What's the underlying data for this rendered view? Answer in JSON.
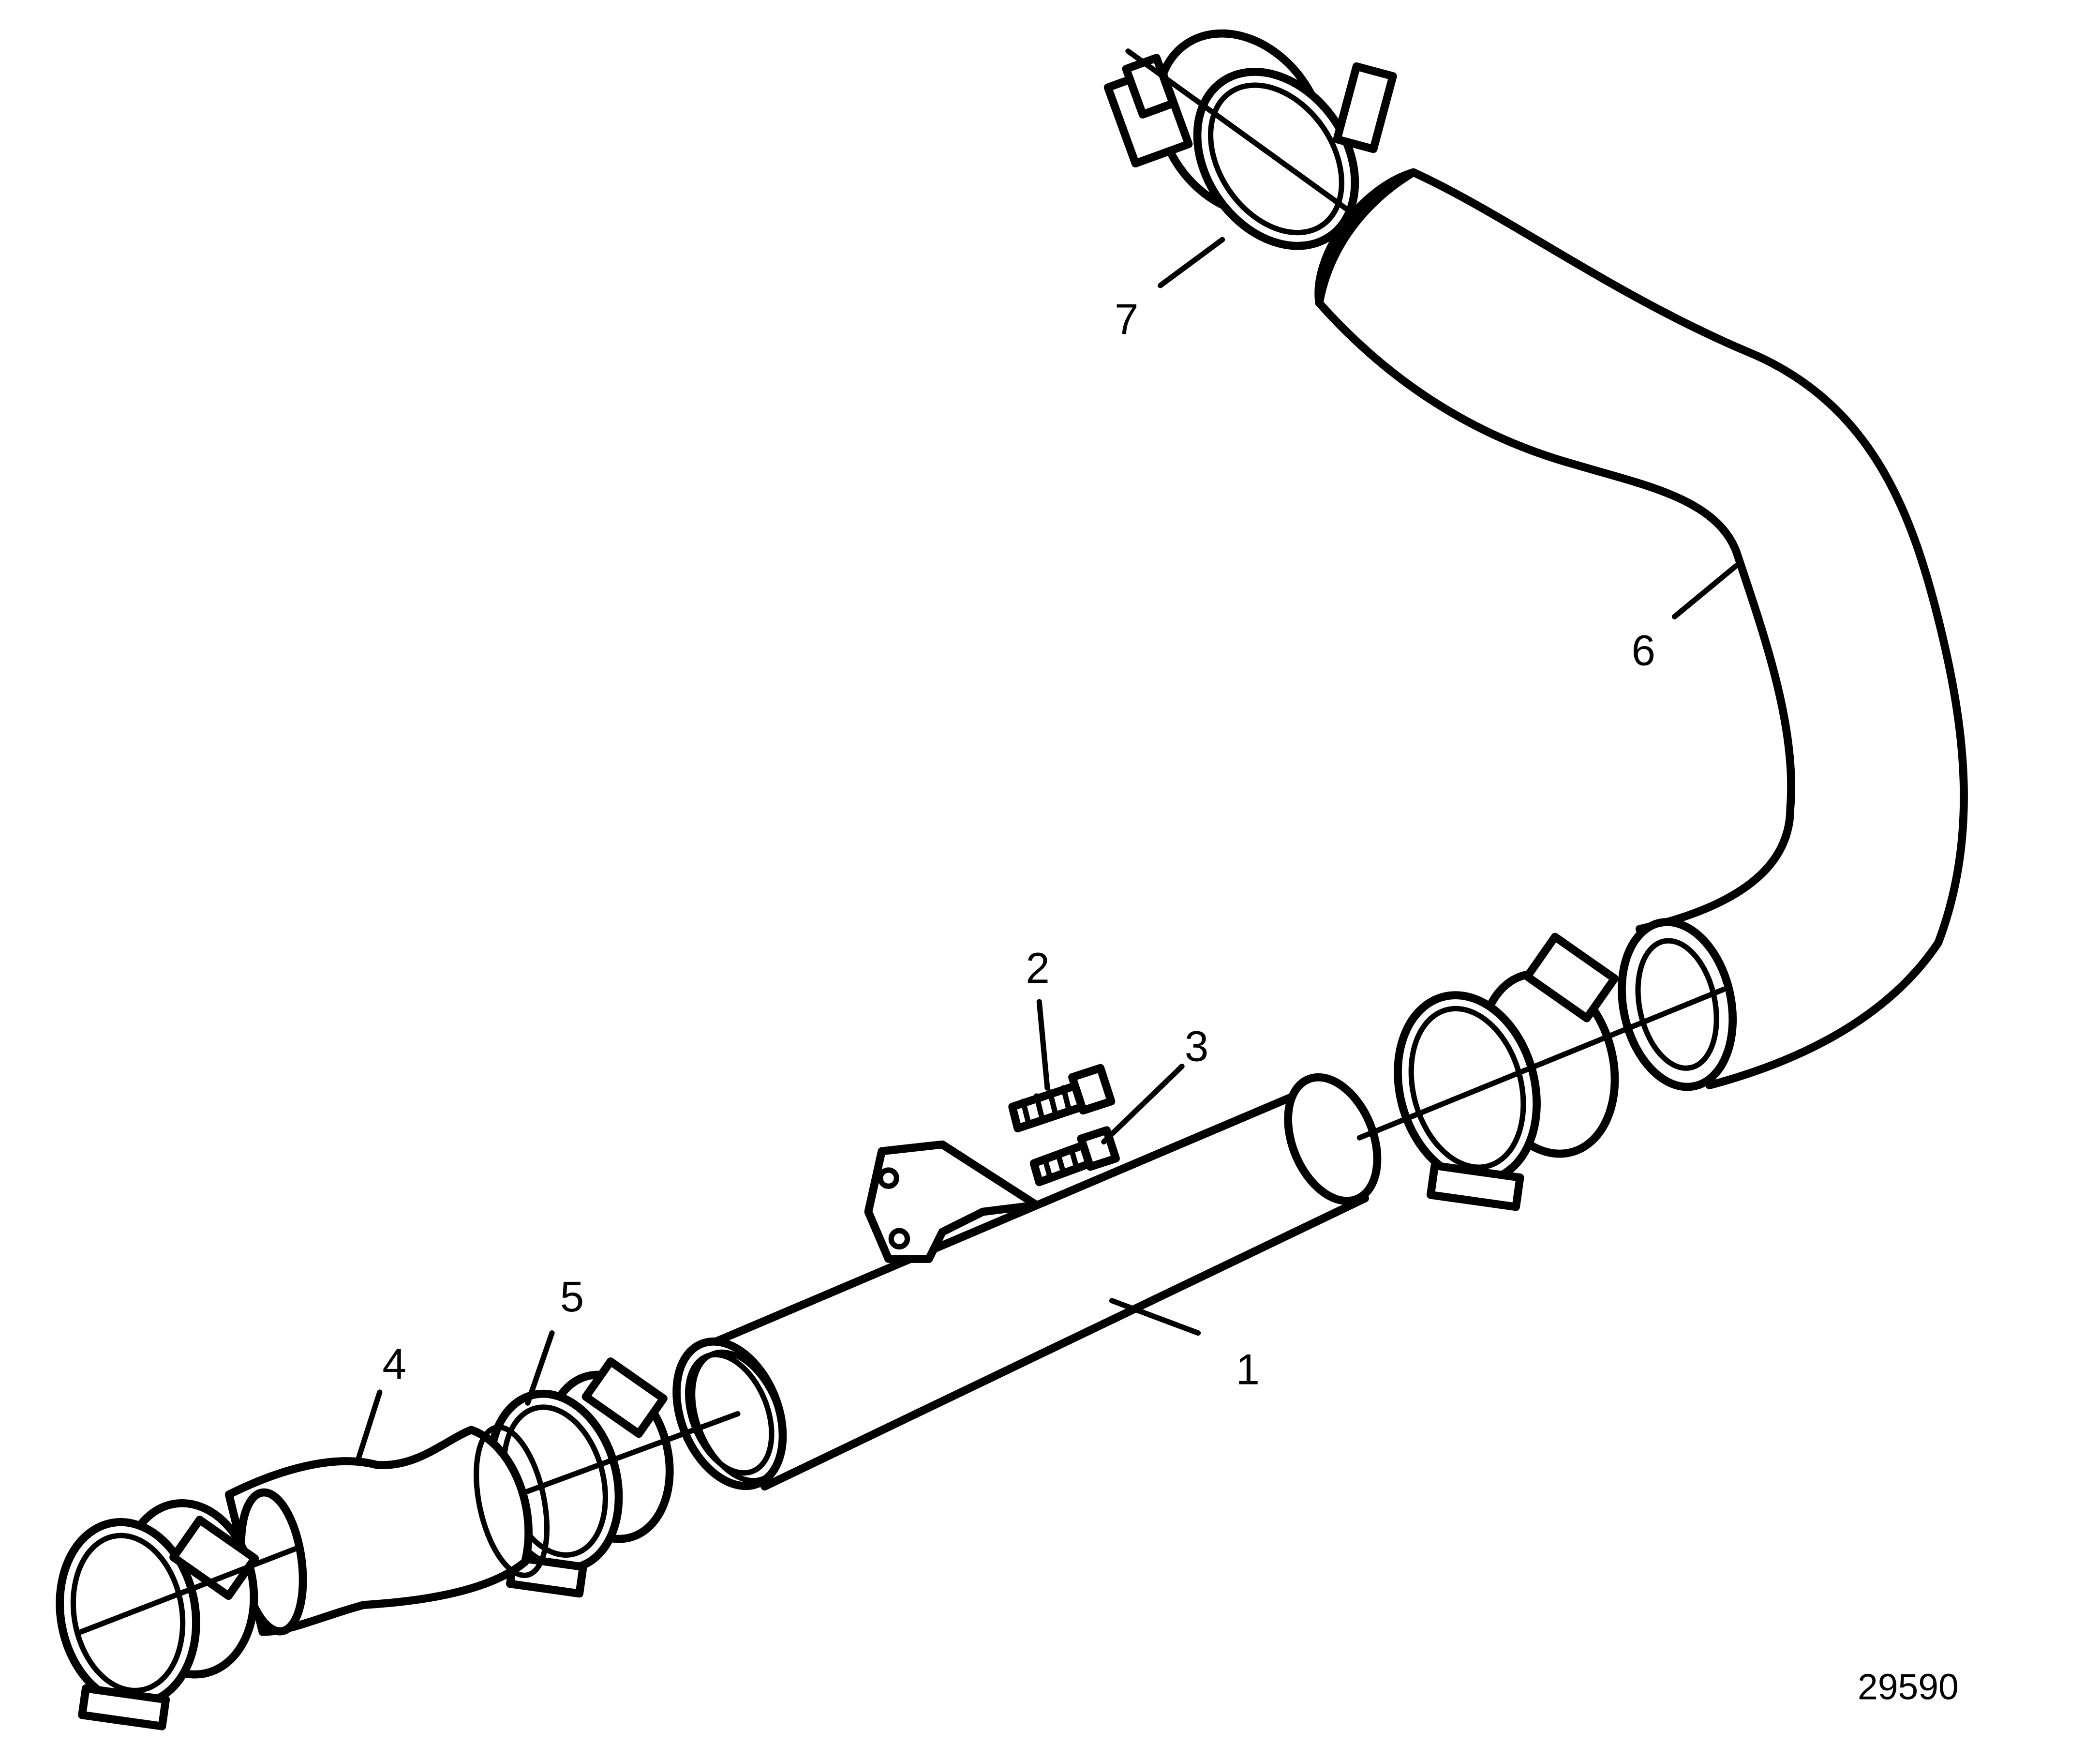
{
  "callouts": {
    "item_1": "1",
    "item_2": "2",
    "item_3": "3",
    "item_4": "4",
    "item_5": "5",
    "item_6": "6",
    "item_7": "7"
  },
  "figure_number": "29590"
}
